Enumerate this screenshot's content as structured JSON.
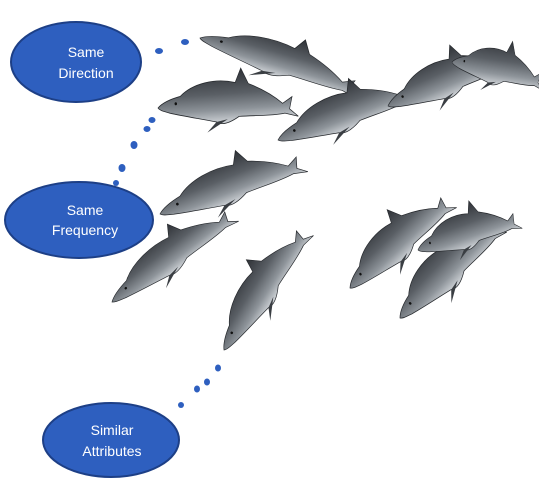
{
  "colors": {
    "bubble_fill": "#2e5fbf",
    "bubble_stroke": "#1d3f86",
    "dot_fill": "#2e5fbf",
    "dolphin_body": "#4f5358",
    "dolphin_dark": "#2b2e33",
    "dolphin_belly": "#c9ced3",
    "background": "#ffffff"
  },
  "labels": {
    "direction": {
      "line1": "Same",
      "line2": "Direction"
    },
    "frequency": {
      "line1": "Same",
      "line2": "Frequency"
    },
    "attributes": {
      "line1": "Similar",
      "line2": "Attributes"
    }
  },
  "image": {
    "subject": "pod of dolphins leaping in the same direction",
    "dolphin_count": 11
  }
}
